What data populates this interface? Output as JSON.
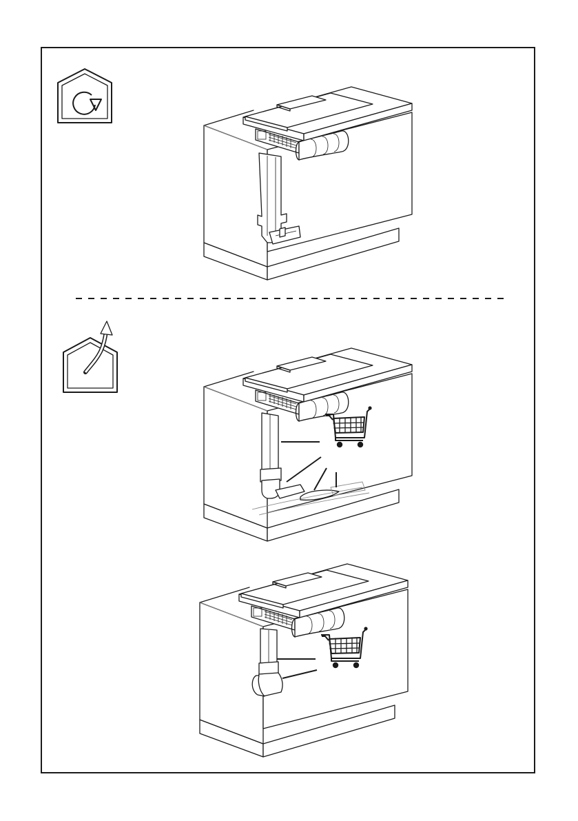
{
  "page": {
    "background": "#ffffff",
    "line_color": "#1a1a1a"
  },
  "sections": [
    {
      "mode_icon": "house-recirculation-icon"
    },
    {
      "mode_icon": "house-extraction-icon"
    }
  ],
  "illustrations": [
    {
      "content": "worktop-extractor-cabinet-recirculation"
    },
    {
      "content": "worktop-extractor-cabinet-extraction-plinth",
      "accessory_icon": "shopping-cart-icon"
    },
    {
      "content": "worktop-extractor-cabinet-extraction-elbow",
      "accessory_icon": "shopping-cart-icon"
    }
  ]
}
